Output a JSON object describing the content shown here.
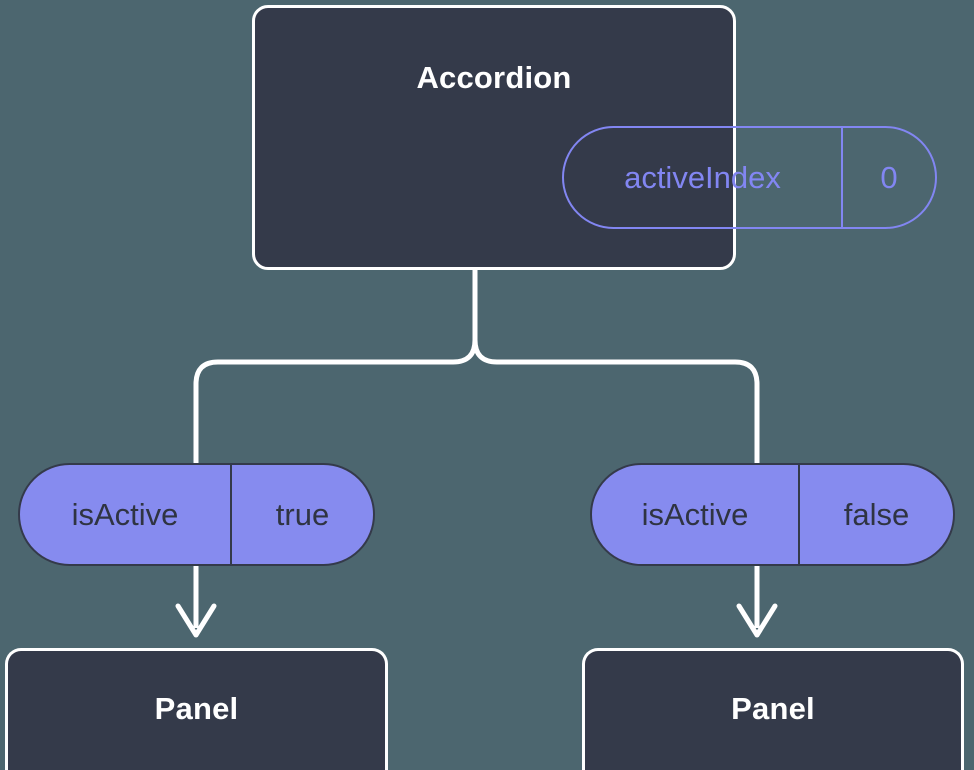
{
  "diagram": {
    "type": "component-tree",
    "background_color": "#4c666f",
    "node_fill_color": "#343a4a",
    "node_border_color": "#ffffff",
    "accent_color": "#8286f2",
    "pill_fill_color": "#868bef",
    "pill_text_color": "#2f3442"
  },
  "root": {
    "title": "Accordion",
    "state_pill": {
      "key": "activeIndex",
      "value": "0"
    }
  },
  "branches": [
    {
      "prop_pill": {
        "key": "isActive",
        "value": "true"
      },
      "child": {
        "title": "Panel"
      }
    },
    {
      "prop_pill": {
        "key": "isActive",
        "value": "false"
      },
      "child": {
        "title": "Panel"
      }
    }
  ]
}
